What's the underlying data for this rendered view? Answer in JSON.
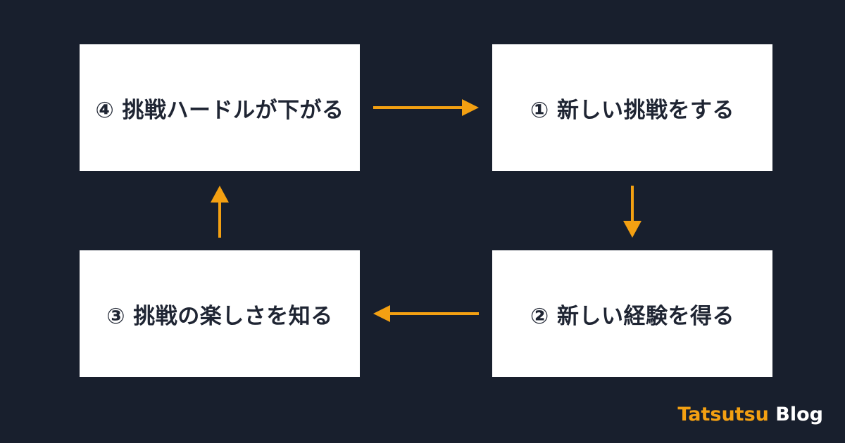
{
  "steps": {
    "step1": "① 新しい挑戦をする",
    "step2": "② 新しい経験を得る",
    "step3": "③ 挑戦の楽しさを知る",
    "step4": "④ 挑戦ハードルが下がる"
  },
  "colors": {
    "background": "#181f2d",
    "box": "#ffffff",
    "text": "#1f2533",
    "arrow": "#f3a012"
  },
  "brand": {
    "accent_text": "Tatsutsu",
    "rest_text": " Blog"
  }
}
